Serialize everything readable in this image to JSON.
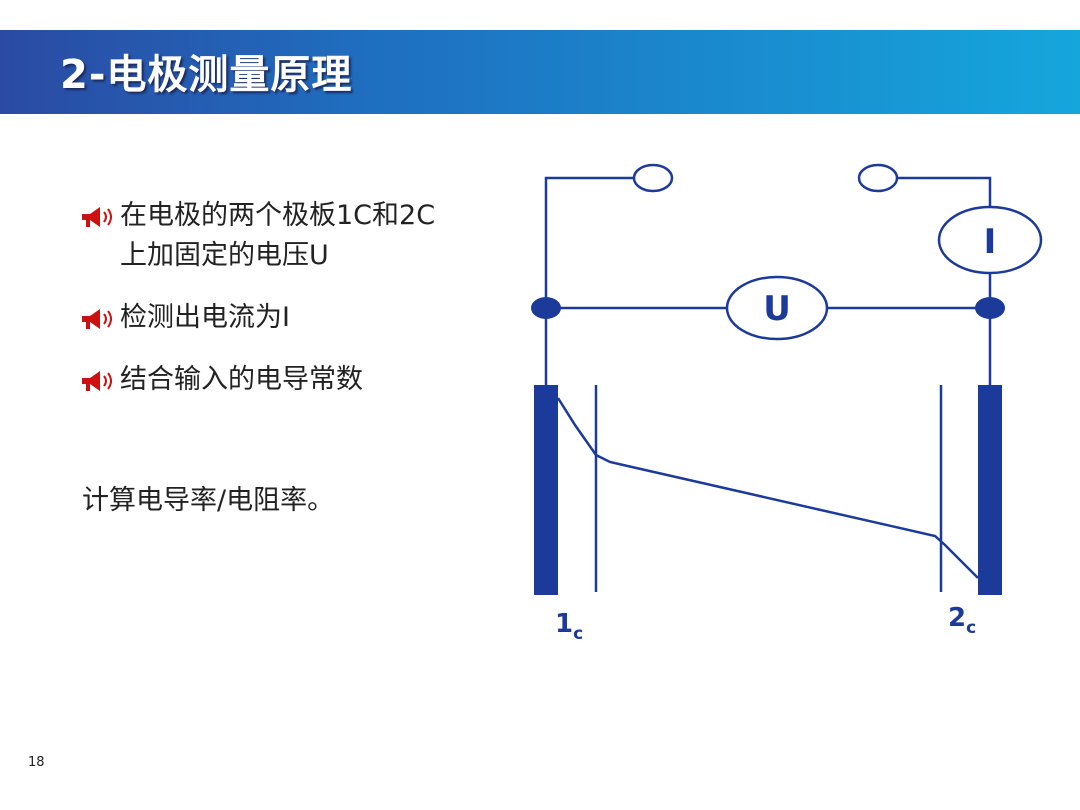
{
  "slide": {
    "title": "2-电极测量原理",
    "bullets": [
      {
        "text": "在电极的两个极板1C和2C上加固定的电压U",
        "icon": "megaphone-icon"
      },
      {
        "text": "检测出电流为I",
        "icon": "megaphone-icon"
      },
      {
        "text": "结合输入的电导常数",
        "icon": "megaphone-icon"
      }
    ],
    "note": "计算电导率/电阻率。",
    "page_number": "18"
  },
  "diagram": {
    "voltmeter_label": "U",
    "ammeter_label": "I",
    "electrode_left": {
      "main": "1",
      "sub": "c"
    },
    "electrode_right": {
      "main": "2",
      "sub": "c"
    },
    "colors": {
      "line": "#1b3a99",
      "electrode": "#1b3a99"
    }
  }
}
